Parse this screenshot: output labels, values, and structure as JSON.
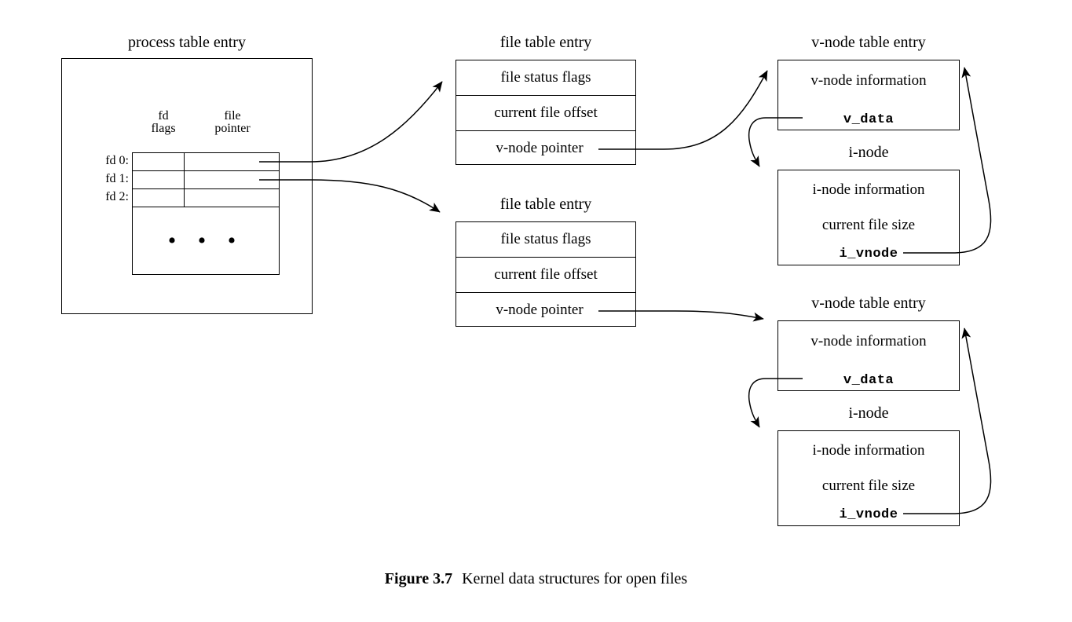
{
  "figure": {
    "number_label": "Figure 3.7",
    "caption": "Kernel data structures for open files"
  },
  "colors": {
    "stroke": "#000000",
    "background": "#ffffff"
  },
  "process_table": {
    "title": "process table entry",
    "column_headers": [
      {
        "line1": "fd",
        "line2": "flags"
      },
      {
        "line1": "file",
        "line2": "pointer"
      }
    ],
    "rows": [
      {
        "tag": "fd 0:"
      },
      {
        "tag": "fd 1:"
      },
      {
        "tag": "fd 2:"
      }
    ],
    "continuation": "• • •"
  },
  "file_table_entries": [
    {
      "title": "file table entry",
      "fields": [
        "file status flags",
        "current file offset",
        "v-node pointer"
      ]
    },
    {
      "title": "file table entry",
      "fields": [
        "file status flags",
        "current file offset",
        "v-node pointer"
      ]
    }
  ],
  "vnode_entries": [
    {
      "title": "v-node table entry",
      "fields": [
        {
          "text": "v-node information",
          "style": "serif"
        },
        {
          "text": "v_data",
          "style": "mono"
        }
      ]
    },
    {
      "title": "v-node table entry",
      "fields": [
        {
          "text": "v-node information",
          "style": "serif"
        },
        {
          "text": "v_data",
          "style": "mono"
        }
      ]
    }
  ],
  "inode_entries": [
    {
      "title": "i-node",
      "fields": [
        {
          "text": "i-node information",
          "style": "serif"
        },
        {
          "text": "current file size",
          "style": "serif"
        },
        {
          "text": "i_vnode",
          "style": "mono"
        }
      ]
    },
    {
      "title": "i-node",
      "fields": [
        {
          "text": "i-node information",
          "style": "serif"
        },
        {
          "text": "current file size",
          "style": "serif"
        },
        {
          "text": "i_vnode",
          "style": "mono"
        }
      ]
    }
  ],
  "connectors": [
    {
      "name": "fd0-to-filetable-1",
      "from": "process table fd 0 file pointer",
      "to": "file table entry 1"
    },
    {
      "name": "fd1-to-filetable-2",
      "from": "process table fd 1 file pointer",
      "to": "file table entry 2"
    },
    {
      "name": "filetable1-vnodeptr-to-vnode1",
      "from": "file table entry 1 v-node pointer",
      "to": "v-node table entry 1"
    },
    {
      "name": "filetable2-vnodeptr-to-vnode2",
      "from": "file table entry 2 v-node pointer",
      "to": "v-node table entry 2"
    },
    {
      "name": "vdata1-to-inode1",
      "from": "v-node table entry 1 v_data",
      "to": "i-node 1"
    },
    {
      "name": "vdata2-to-inode2",
      "from": "v-node table entry 2 v_data",
      "to": "i-node 2"
    },
    {
      "name": "ivnode1-to-vnode1",
      "from": "i-node 1 i_vnode",
      "to": "v-node table entry 1"
    },
    {
      "name": "ivnode2-to-vnode2",
      "from": "i-node 2 i_vnode",
      "to": "v-node table entry 2"
    }
  ]
}
